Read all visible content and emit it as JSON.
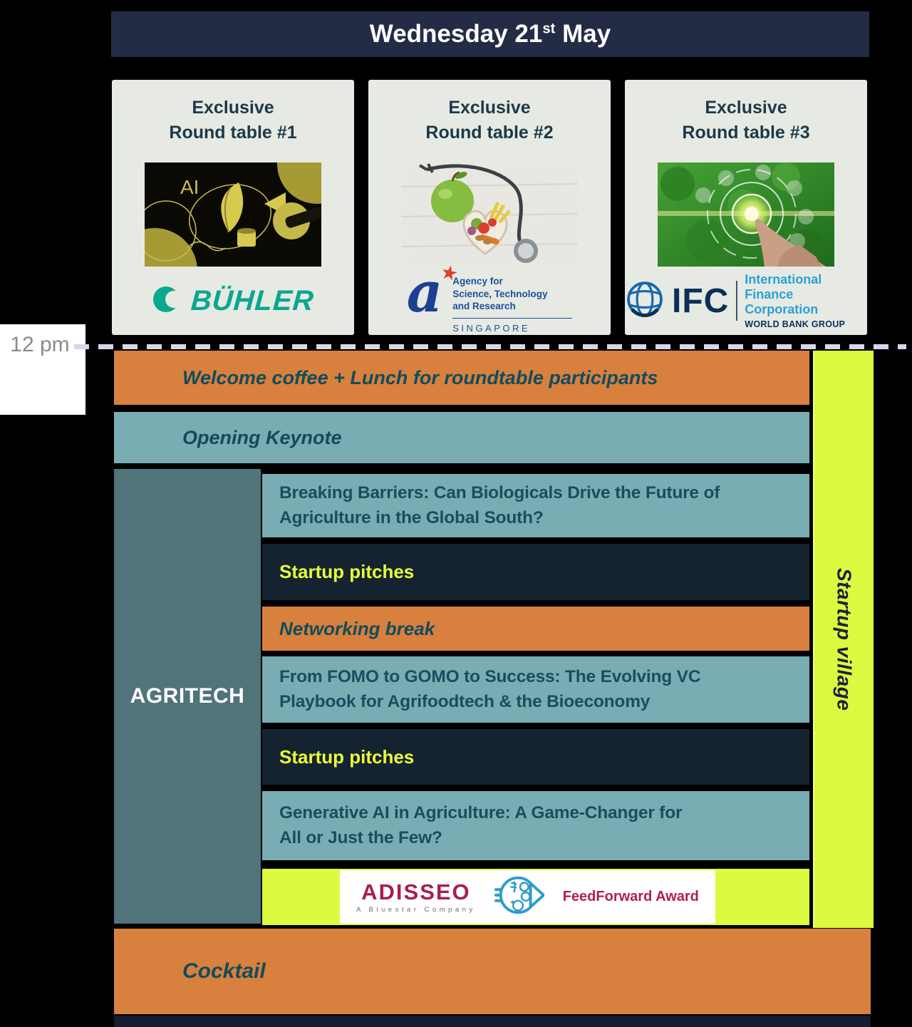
{
  "header": {
    "title_prefix": "Wednesday 21",
    "title_sup": "st",
    "title_suffix": " May"
  },
  "timeline": {
    "time_label": "12 pm"
  },
  "roundtables": [
    {
      "line1": "Exclusive",
      "line2": "Round table #1",
      "image": "ai-agriculture-illustration",
      "sponsor": "Bühler"
    },
    {
      "line1": "Exclusive",
      "line2": "Round table #2",
      "image": "healthy-food-stethoscope-photo",
      "sponsor": "A*STAR"
    },
    {
      "line1": "Exclusive",
      "line2": "Round table #3",
      "image": "green-agritech-touch-photo",
      "sponsor": "IFC"
    }
  ],
  "logos": {
    "buhler": {
      "text": "BÜHLER"
    },
    "astar": {
      "letter": "a",
      "star": "★",
      "line1": "Agency for",
      "line2": "Science, Technology",
      "line3": "and Research",
      "country": "SINGAPORE"
    },
    "ifc": {
      "abbr": "IFC",
      "line1": "International",
      "line2": "Finance Corporation",
      "subline": "WORLD BANK GROUP"
    },
    "adisseo": {
      "name": "ADISSEO",
      "tagline": "A Bluestar Company",
      "award": "FeedForward Award"
    }
  },
  "schedule": {
    "welcome": "Welcome coffee + Lunch for roundtable participants",
    "keynote": "Opening Keynote",
    "track": "AGRITECH",
    "village": "Startup village",
    "session1_line1": "Breaking Barriers: Can Biologicals Drive the Future of",
    "session1_line2": "Agriculture in the Global South?",
    "pitches1": "Startup pitches",
    "break_label": "Networking break",
    "session2_line1": "From FOMO to GOMO to Success: The Evolving VC",
    "session2_line2": "Playbook for Agrifoodtech & the Bioeconomy",
    "pitches2": "Startup pitches",
    "session3_line1": "Generative AI in Agriculture: A Game-Changer for",
    "session3_line2": "All or Just the Few?",
    "cocktail": "Cocktail"
  },
  "colors": {
    "header_navy": "#242b45",
    "orange": "#d8803d",
    "teal": "#7aacb3",
    "dark_navy": "#152330",
    "yellow_green": "#dcfa3f",
    "track_teal": "#507479",
    "session_text": "#174f5e",
    "pitch_text": "#e8fb39",
    "buhler_teal": "#0aa78f",
    "astar_blue": "#1d4f9e",
    "astar_red": "#e23b2e",
    "ifc_lightblue": "#2aa0d8",
    "ifc_navy": "#0b2f57",
    "adisseo_crimson": "#a81e4b",
    "award_red": "#b01f4d"
  }
}
